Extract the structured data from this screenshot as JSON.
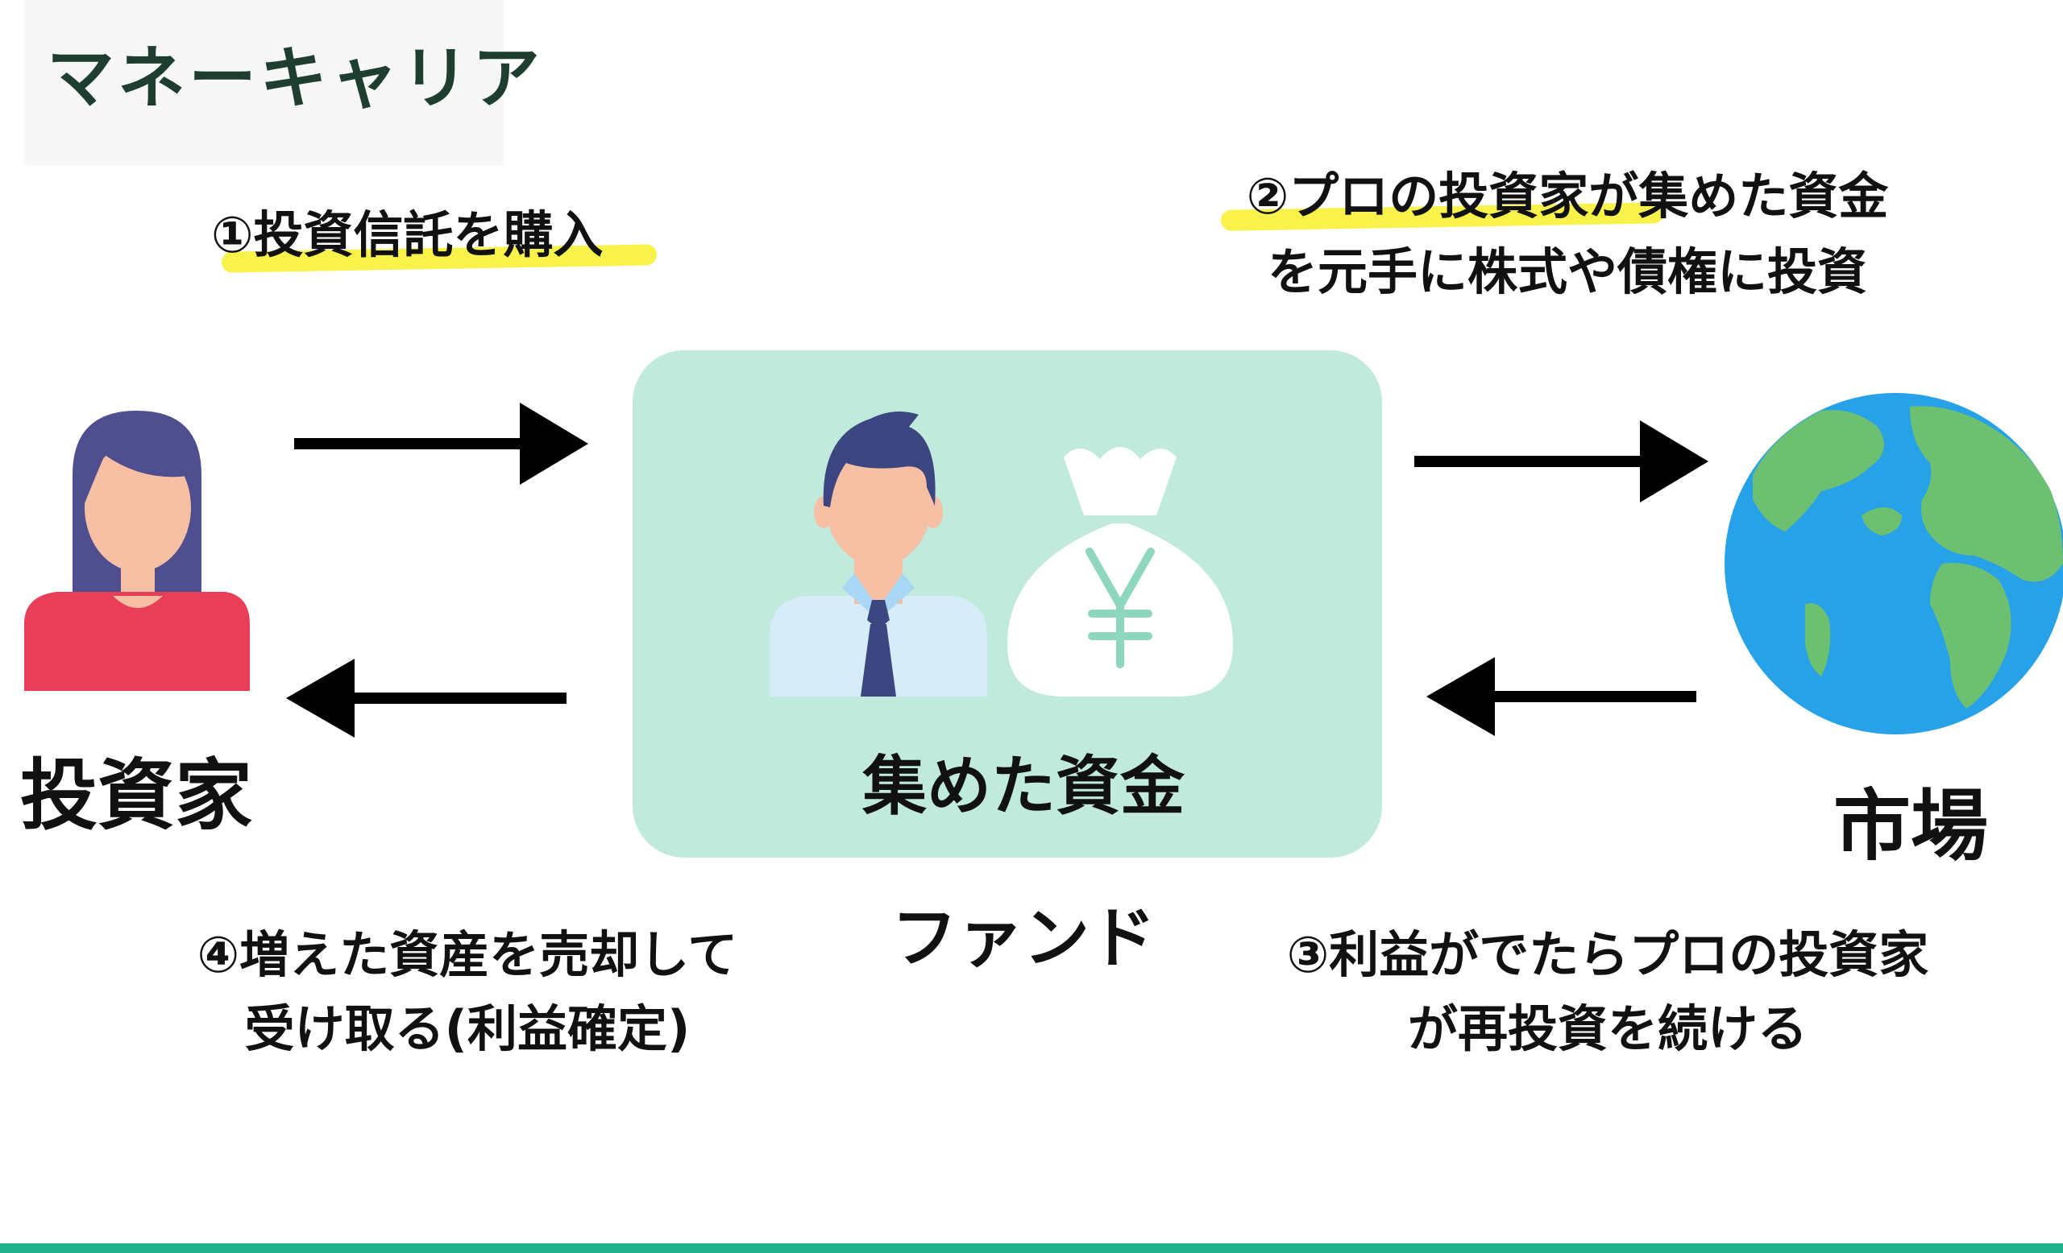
{
  "brand": {
    "logo_text": "マネーキャリア"
  },
  "steps": {
    "step1": {
      "label": "①投資信託を購入"
    },
    "step2": {
      "line1": "②プロの投資家が集めた資金",
      "line2": "を元手に株式や債権に投資"
    },
    "step3": {
      "line1": "③利益がでたらプロの投資家",
      "line2": "が再投資を続ける"
    },
    "step4": {
      "line1": "④増えた資産を売却して",
      "line2": "受け取る(利益確定)"
    }
  },
  "actors": {
    "investor": "投資家",
    "fund_caption": "集めた資金",
    "fund_label": "ファンド",
    "market": "市場"
  },
  "icons": {
    "investor": "woman-avatar-icon",
    "manager": "businessman-icon",
    "money_bag": "yen-money-bag-icon",
    "market": "globe-icon"
  },
  "colors": {
    "fund_box": "#bfeadc",
    "highlight": "#f8f24a",
    "logo": "#1e3e2f",
    "border": "#1fb189",
    "globe_ocean": "#27a2e8",
    "globe_land": "#6cc070",
    "woman_hair": "#4f4f8f",
    "woman_shirt": "#e83e57",
    "skin": "#f7c0a4"
  }
}
